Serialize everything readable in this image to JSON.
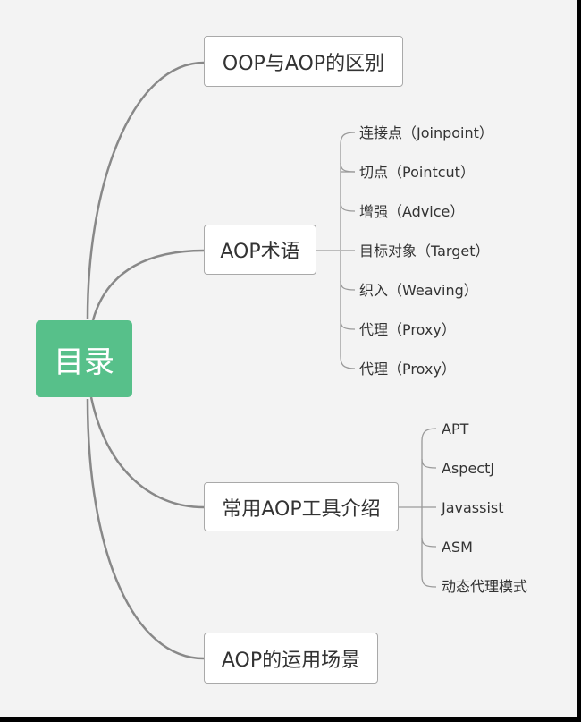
{
  "root": {
    "label": "目录"
  },
  "topics": [
    {
      "label": "OOP与AOP的区别"
    },
    {
      "label": "AOP术语",
      "children": [
        "连接点（Joinpoint）",
        "切点（Pointcut）",
        "增强（Advice）",
        "目标对象（Target）",
        "织入（Weaving）",
        "代理（Proxy）",
        "代理（Proxy）"
      ]
    },
    {
      "label": "常用AOP工具介绍",
      "children": [
        "APT",
        "AspectJ",
        "Javassist",
        "ASM",
        "动态代理模式"
      ]
    },
    {
      "label": "AOP的运用场景"
    }
  ],
  "colors": {
    "root_fill": "#57c08a",
    "branch_line": "#888888",
    "leaf_line": "#9a9a9a",
    "background": "#f3f3f3"
  }
}
